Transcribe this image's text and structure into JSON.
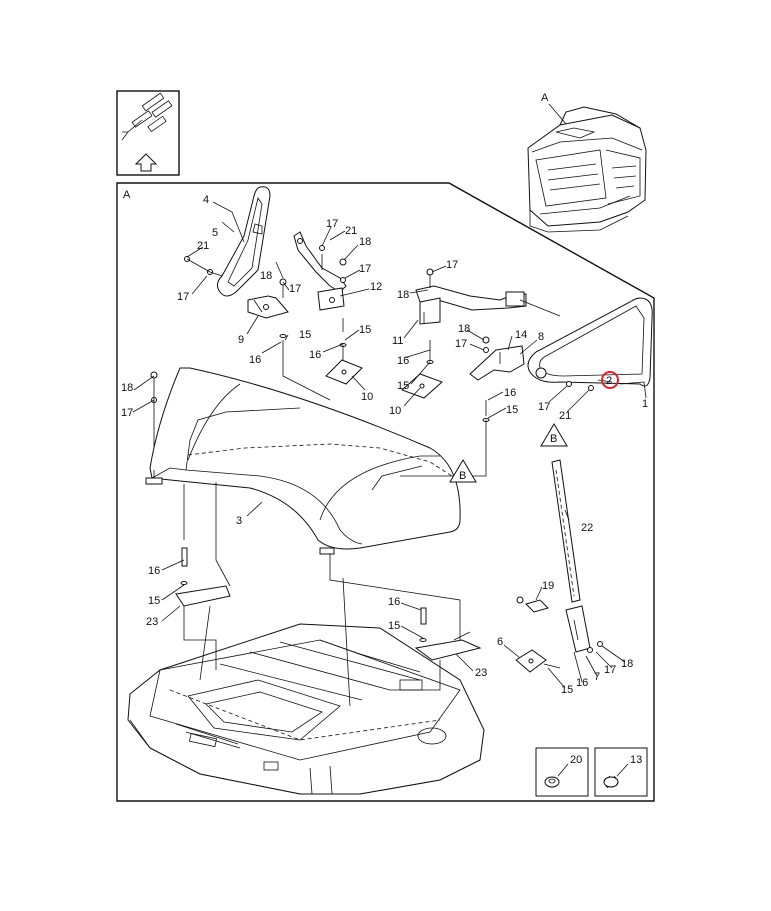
{
  "view_labels": {
    "main_view": "A",
    "cab_view": "A",
    "section_b_1": "B",
    "section_b_2": "B"
  },
  "callouts": {
    "c1": "1",
    "c2": "2",
    "c3": "3",
    "c4": "4",
    "c5": "5",
    "c6": "6",
    "c7": "7",
    "c8": "8",
    "c9": "9",
    "c10": "10",
    "c10b": "10",
    "c11": "11",
    "c12": "12",
    "c13": "13",
    "c14": "14",
    "c15a": "15",
    "c15b": "15",
    "c15c": "15",
    "c15d": "15",
    "c15e": "15",
    "c15f": "15",
    "c15g": "15",
    "c16a": "16",
    "c16b": "16",
    "c16c": "16",
    "c16d": "16",
    "c16e": "16",
    "c16f": "16",
    "c17a": "17",
    "c17b": "17",
    "c17c": "17",
    "c17d": "17",
    "c17e": "17",
    "c17f": "17",
    "c17g": "17",
    "c17h": "17",
    "c18a": "18",
    "c18b": "18",
    "c18c": "18",
    "c18d": "18",
    "c18e": "18",
    "c18f": "18",
    "c19": "19",
    "c20": "20",
    "c21a": "21",
    "c21b": "21",
    "c21c": "21",
    "c22": "22",
    "c23a": "23",
    "c23b": "23"
  },
  "highlight_color": "#d9262b"
}
